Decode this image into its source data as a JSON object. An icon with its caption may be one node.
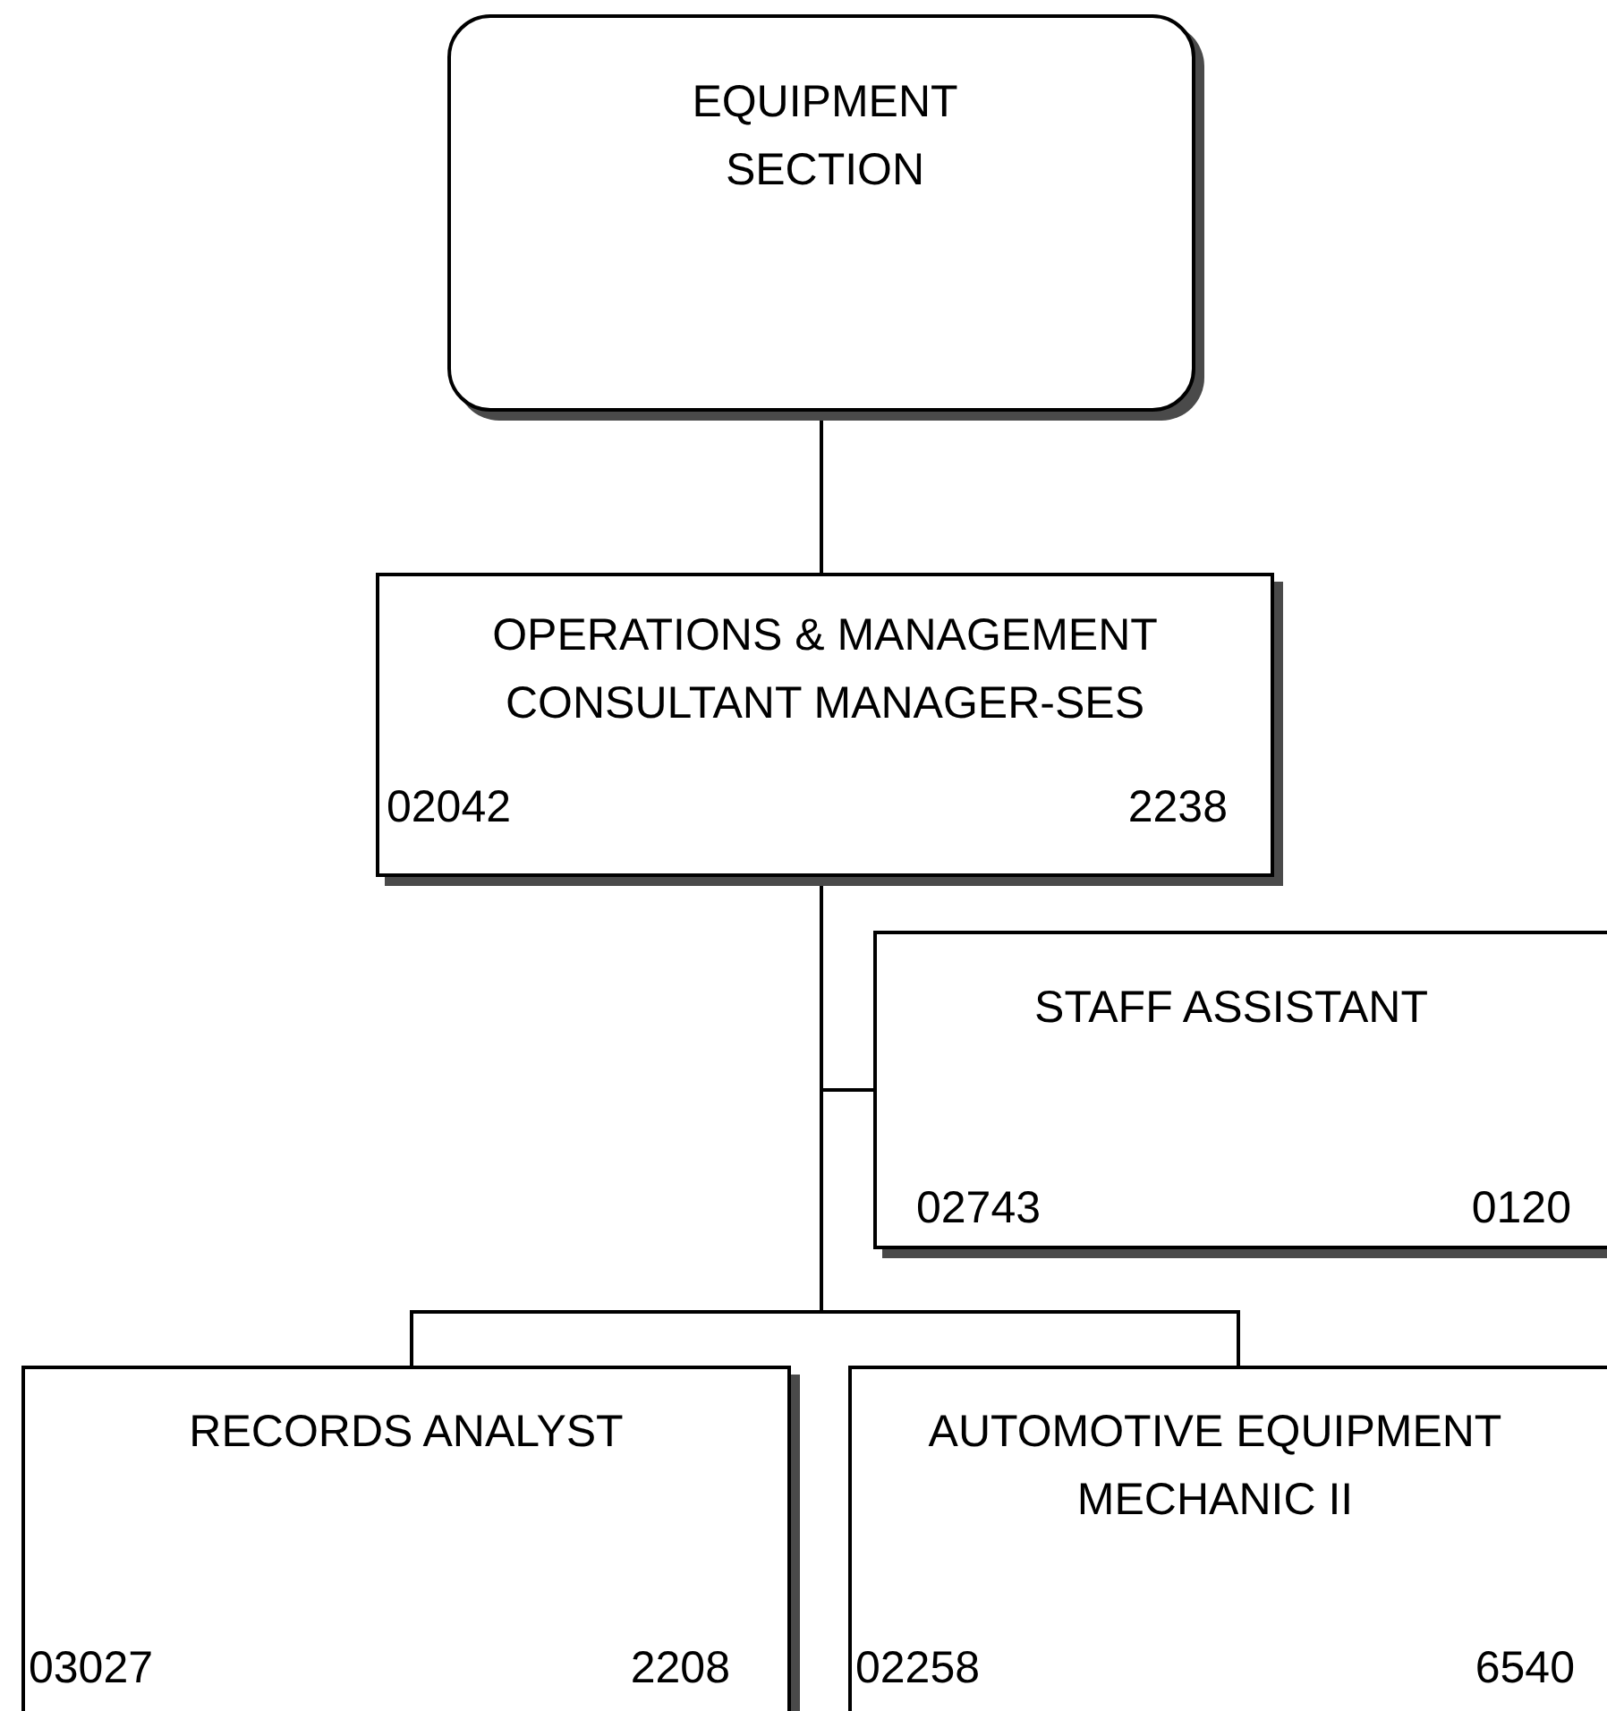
{
  "diagram": {
    "nodes": [
      {
        "text": [
          "EQUIPMENT SECTION"
        ]
      },
      {
        "text": [
          "OPERATIONS & MANAGEMENT CONSULTANT MANAGER-SES",
          "02042",
          "2238"
        ]
      },
      {
        "text": [
          "STAFF ASSISTANT",
          "02743",
          "0120"
        ]
      },
      {
        "text": [
          "RECORDS ANALYST",
          "03027",
          "2208"
        ]
      },
      {
        "text": [
          "AUTOMOTIVE EQUIPMENT MECHANIC II",
          "02258",
          "6540"
        ]
      }
    ],
    "edges": [
      {
        "from": 0,
        "to": 1,
        "arrow": "none"
      },
      {
        "from": 1,
        "to": 2,
        "arrow": "none"
      },
      {
        "from": 1,
        "to": 3,
        "arrow": "none"
      },
      {
        "from": 1,
        "to": 4,
        "arrow": "none"
      }
    ]
  }
}
